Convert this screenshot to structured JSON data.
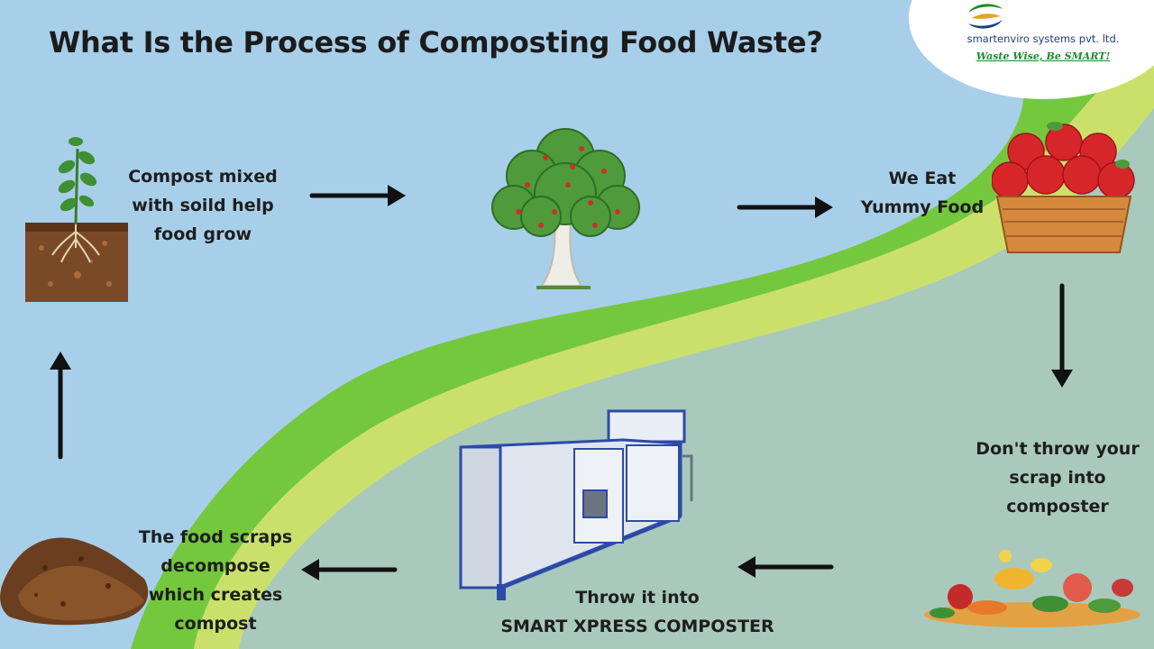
{
  "title": "What Is the Process of Composting Food Waste?",
  "brand": {
    "company": "smartenviro systems pvt. ltd.",
    "tagline": "Waste Wise, Be SMART!"
  },
  "steps": [
    {
      "id": "eat",
      "lines": [
        "We Eat",
        "Yummy Food"
      ]
    },
    {
      "id": "scrap",
      "lines": [
        "Don't throw your",
        "scrap into",
        "composter"
      ]
    },
    {
      "id": "throw",
      "lines": [
        "Throw it into",
        "SMART XPRESS COMPOSTER"
      ]
    },
    {
      "id": "decompose",
      "lines": [
        "The food scraps",
        "decompose",
        "which creates",
        "compost"
      ]
    },
    {
      "id": "grow",
      "lines": [
        "Compost mixed",
        "with soild help",
        "food grow"
      ]
    }
  ],
  "colors": {
    "sky": "#a8cfe9",
    "ground": "#a9c9bd",
    "band_green": "#74c83e",
    "band_lime": "#cbe06b",
    "arrow": "#111111",
    "brand_blue": "#1f3f7c",
    "brand_green": "#1f8a2c"
  },
  "icons": [
    "seedling-in-soil-icon",
    "fruit-tree-icon",
    "apple-basket-icon",
    "food-scraps-icon",
    "compost-machine-icon",
    "compost-pile-icon"
  ]
}
